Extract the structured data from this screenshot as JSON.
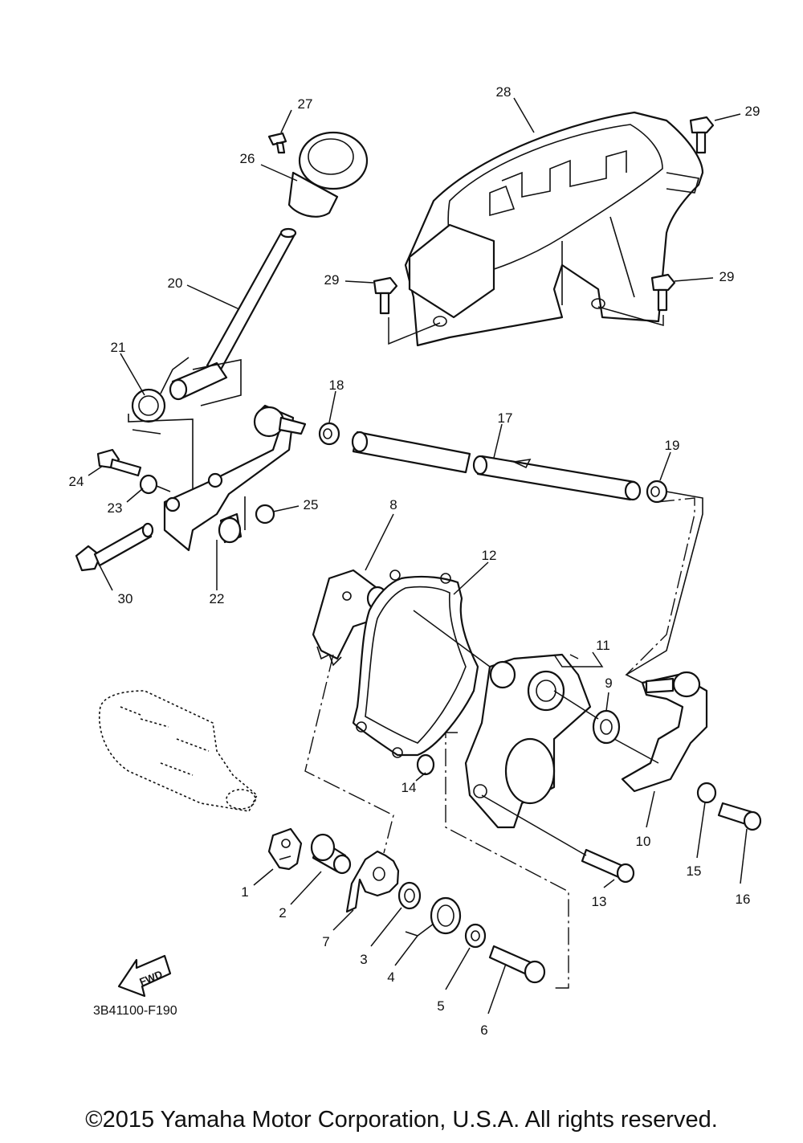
{
  "diagram": {
    "code": "3B41100-F190",
    "fwd": "FWD",
    "copyright": "©2015 Yamaha Motor Corporation, U.S.A. All rights reserved.",
    "callouts": [
      "1",
      "2",
      "3",
      "4",
      "5",
      "6",
      "7",
      "8",
      "9",
      "10",
      "11",
      "12",
      "13",
      "14",
      "15",
      "16",
      "17",
      "18",
      "19",
      "20",
      "21",
      "22",
      "23",
      "24",
      "25",
      "26",
      "27",
      "28",
      "29",
      "30"
    ]
  }
}
